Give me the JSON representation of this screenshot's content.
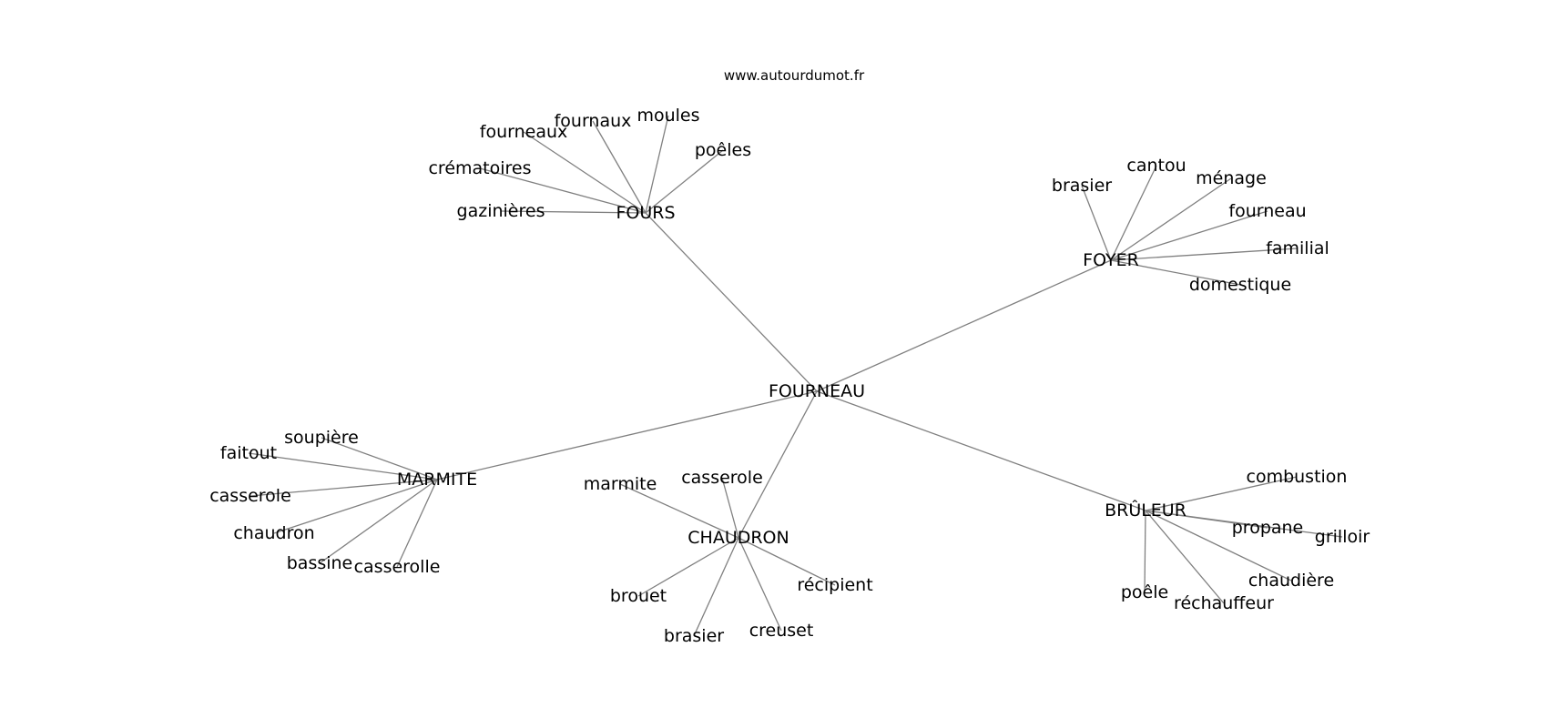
{
  "source": "www.autourdumot.fr",
  "root": "FOURNEAU",
  "clusters": [
    {
      "name": "FOURS",
      "words": [
        "gazinières",
        "crématoires",
        "fourneaux",
        "fournaux",
        "moules",
        "poêles"
      ]
    },
    {
      "name": "FOYER",
      "words": [
        "brasier",
        "cantou",
        "ménage",
        "fourneau",
        "familial",
        "domestique"
      ]
    },
    {
      "name": "MARMITE",
      "words": [
        "soupière",
        "faitout",
        "casserole",
        "chaudron",
        "bassine",
        "casserolle"
      ]
    },
    {
      "name": "CHAUDRON",
      "words": [
        "marmite",
        "casserole",
        "brouet",
        "brasier",
        "creuset",
        "récipient"
      ]
    },
    {
      "name": "BRÛLEUR",
      "words": [
        "combustion",
        "propane",
        "grilloir",
        "chaudière",
        "réchauffeur",
        "poêle"
      ]
    }
  ]
}
